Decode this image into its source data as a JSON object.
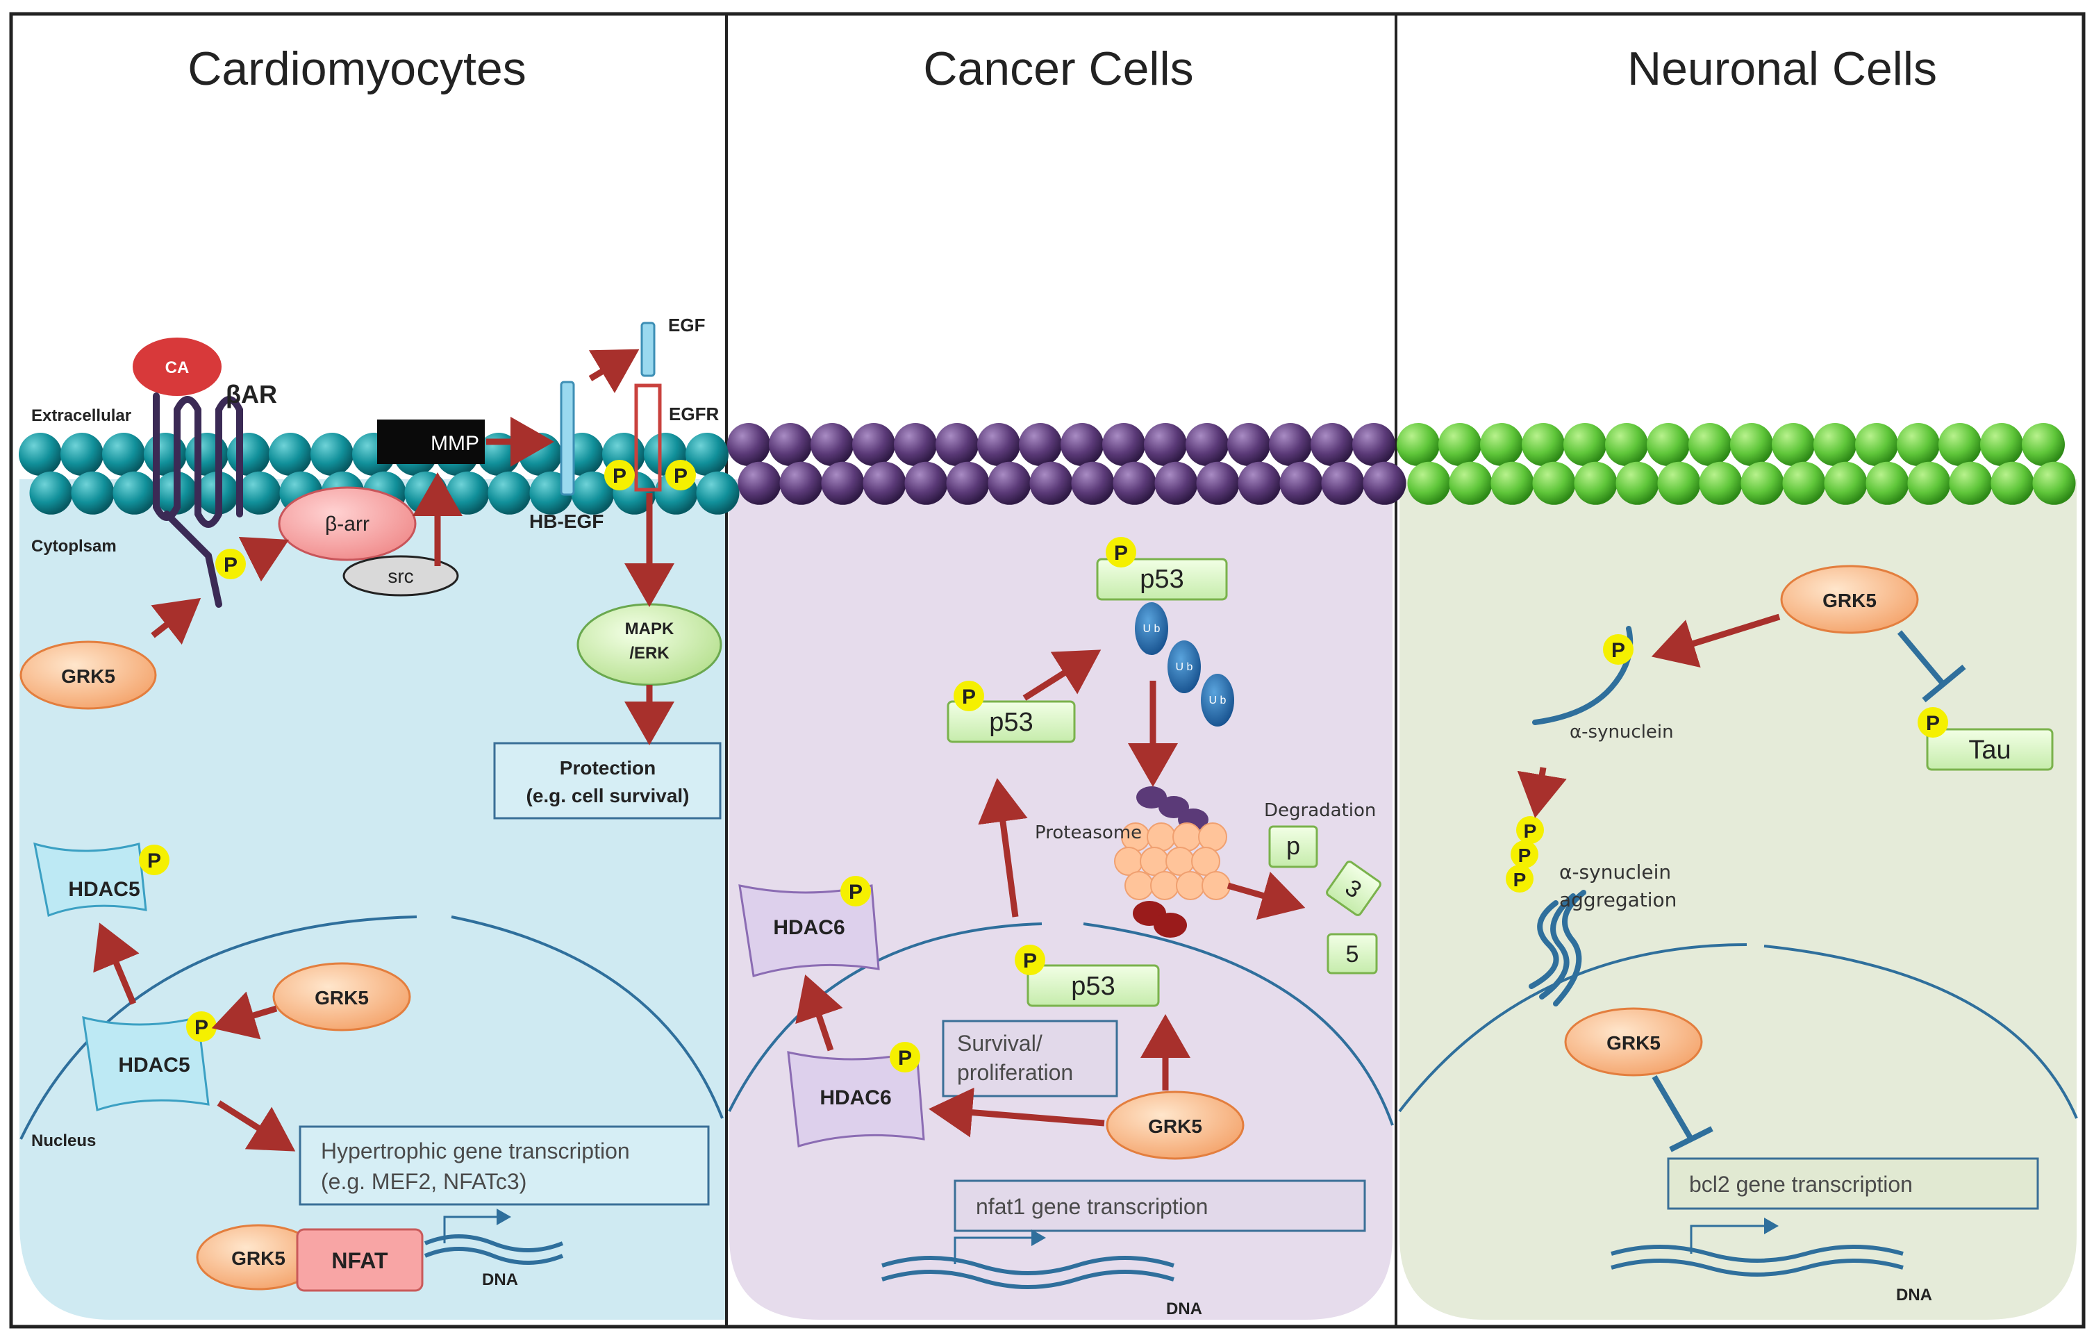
{
  "panels": {
    "cardio": {
      "title": "Cardiomyocytes"
    },
    "cancer": {
      "title": "Cancer Cells"
    },
    "neuron": {
      "title": "Neuronal Cells"
    }
  },
  "cardio": {
    "ca": "CA",
    "bar": "βAR",
    "extracellular": "Extracellular",
    "cytoplasm": "Cytoplsam",
    "mmp": "MMP",
    "egf": "EGF",
    "egfr": "EGFR",
    "hbegf": "HB-EGF",
    "barr": "β-arr",
    "src": "src",
    "grk5_cyto": "GRK5",
    "mapk_line1": "MAPK",
    "mapk_line2": "/ERK",
    "protection_line1": "Protection",
    "protection_line2": "(e.g. cell survival)",
    "hdac5_out": "HDAC5",
    "hdac5_in": "HDAC5",
    "grk5_nuc": "GRK5",
    "nucleus": "Nucleus",
    "hyper_line1": "Hypertrophic gene transcription",
    "hyper_line2": "(e.g. MEF2, NFATc3)",
    "grk5_nfat": "GRK5",
    "nfat": "NFAT",
    "dna": "DNA"
  },
  "cancer": {
    "p53_top": "p53",
    "ub": "U b",
    "p53_mid": "p53",
    "proteasome": "Proteasome",
    "degradation": "Degradation",
    "frag1": "p",
    "frag2": "3",
    "frag3": "5",
    "hdac6_out": "HDAC6",
    "p53_nuc": "p53",
    "survival_line1": "Survival/",
    "survival_line2": "proliferation",
    "hdac6_in": "HDAC6",
    "grk5": "GRK5",
    "nfat1": "nfat1 gene transcription",
    "dna": "DNA"
  },
  "neuron": {
    "grk5_cyto": "GRK5",
    "asyn": "α-synuclein",
    "tau": "Tau",
    "agg_line1": "α-synuclein",
    "agg_line2": "aggregation",
    "grk5_nuc": "GRK5",
    "bcl2": "bcl2 gene transcription",
    "dna": "DNA"
  },
  "phospho": "P",
  "colors": {
    "cardio_bg": "#cfeaf2",
    "cancer_bg": "#e6dcec",
    "neuron_bg": "#e5ebd9",
    "teal_lipid": "#118f99",
    "purple_lipid": "#5b3a78",
    "green_lipid": "#5fc63a",
    "arrow": "#a8302c",
    "phospho": "#f5f000",
    "inhibit": "#2f6f9c",
    "box_border": "#3a6f97"
  }
}
